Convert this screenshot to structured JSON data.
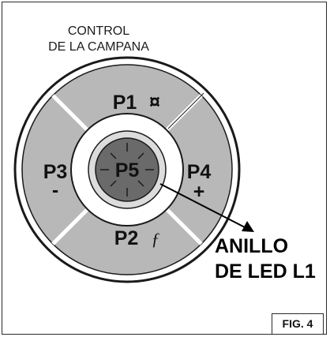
{
  "title": {
    "line1": "CONTROL",
    "line2": "DE LA CAMPANA"
  },
  "buttons": {
    "top": {
      "label": "P1",
      "symbol": "¤"
    },
    "bottom": {
      "label": "P2",
      "symbol": "ƒ"
    },
    "left": {
      "label": "P3",
      "symbol": "-"
    },
    "right": {
      "label": "P4",
      "symbol": "+"
    },
    "center": {
      "label": "P5"
    }
  },
  "callout": {
    "line1": "ANILLO",
    "line2": "DE LED L1"
  },
  "figure_tag": "FIG. 4",
  "colors": {
    "button_fill": "#b8b8b8",
    "center_fill": "#6a6a6a",
    "led_ring": "#ffffff",
    "outline": "#1a1a1a"
  }
}
